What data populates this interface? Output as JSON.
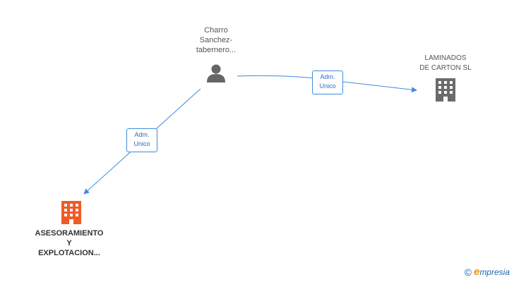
{
  "nodes": {
    "person": {
      "label": "Charro\nSanchez-\ntabernero...",
      "icon": "person-icon",
      "color": "#666666"
    },
    "laminados": {
      "label": "LAMINADOS\nDE CARTON SL",
      "icon": "building-icon",
      "color": "#666666"
    },
    "asesoramiento": {
      "label": "ASESORAMIENTO\nY\nEXPLOTACION...",
      "icon": "building-icon",
      "color": "#f05a28"
    }
  },
  "edges": {
    "person_to_laminados": {
      "label": "Adm.\nUnico"
    },
    "person_to_asesoramiento": {
      "label": "Adm.\nUnico"
    }
  },
  "colors": {
    "edge": "#3d8be0",
    "badge_text": "#2a6fbf"
  },
  "watermark": {
    "copyright_symbol": "©",
    "brand_initial": "e",
    "brand_rest": "mpresia"
  }
}
